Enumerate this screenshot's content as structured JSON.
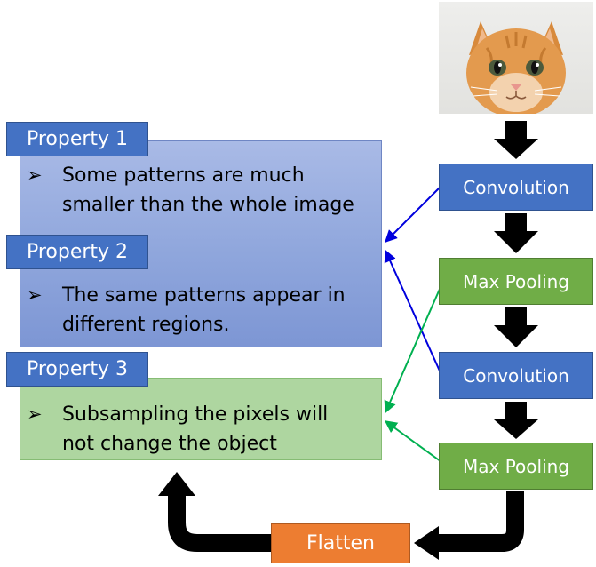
{
  "properties": [
    {
      "label": "Property 1",
      "bullet": "Some patterns are much smaller than the whole image",
      "lines": [
        "Some patterns are much",
        "smaller than the whole image"
      ]
    },
    {
      "label": "Property 2",
      "bullet": "The same patterns appear in different regions.",
      "lines": [
        "The same patterns appear in",
        "different regions."
      ]
    },
    {
      "label": "Property 3",
      "bullet": "Subsampling the pixels will not change the object",
      "lines": [
        "Subsampling the pixels will",
        "not change the object"
      ]
    }
  ],
  "pipeline": {
    "input_image": "cat photo",
    "stages": [
      {
        "label": "Convolution",
        "kind": "convolution",
        "color": "#4472c4"
      },
      {
        "label": "Max Pooling",
        "kind": "max-pooling",
        "color": "#70ad47"
      },
      {
        "label": "Convolution",
        "kind": "convolution",
        "color": "#4472c4"
      },
      {
        "label": "Max Pooling",
        "kind": "max-pooling",
        "color": "#70ad47"
      }
    ],
    "flatten_label": "Flatten",
    "flatten_color": "#ed7d31"
  },
  "colors": {
    "property_tag": "#4472c4",
    "panel_blue": "#8fa6dc",
    "panel_green": "#aed6a0",
    "link_convolution": "#0000dd",
    "link_pooling": "#00b050",
    "flow_arrow": "#000000"
  },
  "icons": {
    "bullet": "arrow-bullet-icon",
    "flow": "down-arrow-icon"
  },
  "links": [
    {
      "from": "Convolution",
      "to": "Property 1",
      "color": "#0000dd"
    },
    {
      "from": "Convolution",
      "to": "Property 2",
      "color": "#0000dd"
    },
    {
      "from": "Max Pooling",
      "to": "Property 3",
      "color": "#00b050"
    }
  ]
}
